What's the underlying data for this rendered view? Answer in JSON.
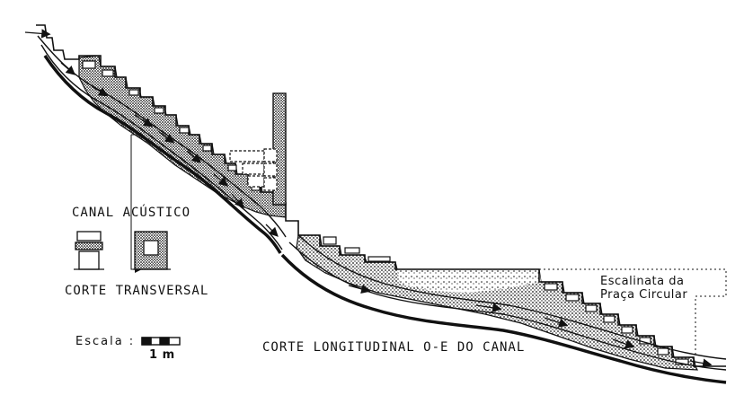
{
  "labels": {
    "canal_acustico": "CANAL ACÚSTICO",
    "corte_transversal": "CORTE TRANSVERSAL",
    "corte_longitudinal": "CORTE LONGITUDINAL O-E DO CANAL",
    "escalinata": "Escalinata da",
    "praca_circular": "Praça Circular",
    "escala": "Escala :",
    "scale_value": "1 m"
  },
  "colors": {
    "ink": "#111111",
    "paper": "#ffffff"
  }
}
